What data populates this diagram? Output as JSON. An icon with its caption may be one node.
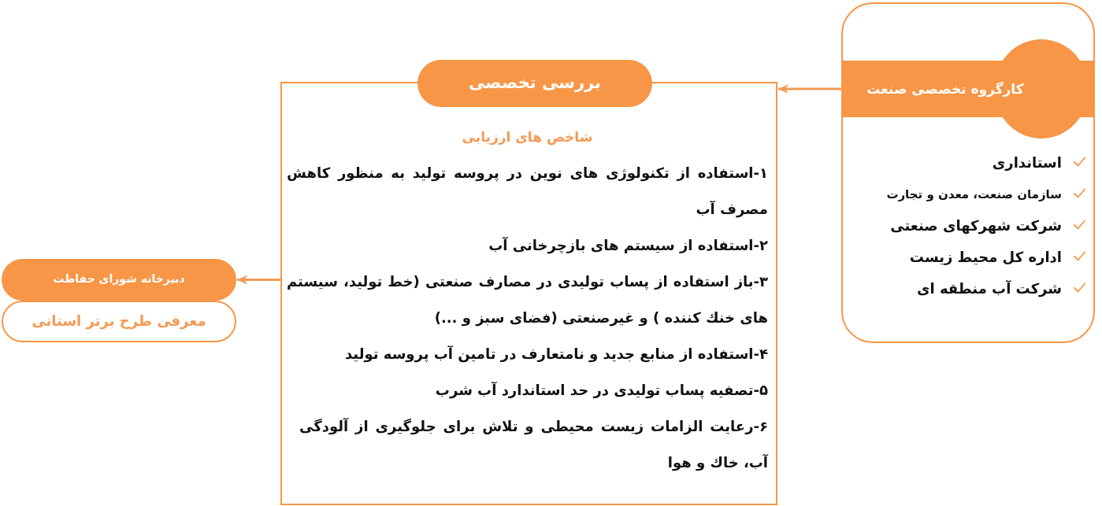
{
  "diagram": {
    "nodes": [
      {
        "text": [
          "استانداری",
          "سازمان صنعت، معدن و تجارت",
          "شرکت شهرکهای صنعتی",
          "اداره کل محیط زیست",
          "شرکت آب منطقه ای"
        ]
      },
      {
        "text": [
          "کارگروه تخصصی صنعت"
        ],
        "in": 0
      },
      {
        "text": [
          "بررسی تخصصی"
        ]
      },
      {
        "text": [
          "شاخص های ارزیابی",
          "۱-استفاده از تکنولوژی های نوین در پروسه تولید به منظور کاهش مصرف آب",
          "۲-استفاده از سیستم های بازچرخانی آب",
          "۳-باز استفاده از پساب تولیدی در مصارف صنعتی (خط تولید، سیستم های خنك کننده ) و غیرصنعتی (فضای سبز و ...)",
          "۴-استفاده از منابع جدید و نامتعارف در تامین آب پروسه تولید",
          "۵-تصفیه پساب تولیدی در حد استاندارد آب شرب",
          "۶-رعایت الزامات زیست محیطی و تلاش برای جلوگیری از آلودگی آب، خاك و هوا"
        ]
      },
      {
        "text": [
          "دبیرخانه شورای حفاظت"
        ]
      },
      {
        "text": [
          "معرفی طرح برتر استانی"
        ]
      }
    ],
    "edges": [
      {
        "from": 1,
        "to": 3,
        "arrow": "to"
      },
      {
        "from": 3,
        "to": 4,
        "arrow": "to"
      }
    ]
  }
}
